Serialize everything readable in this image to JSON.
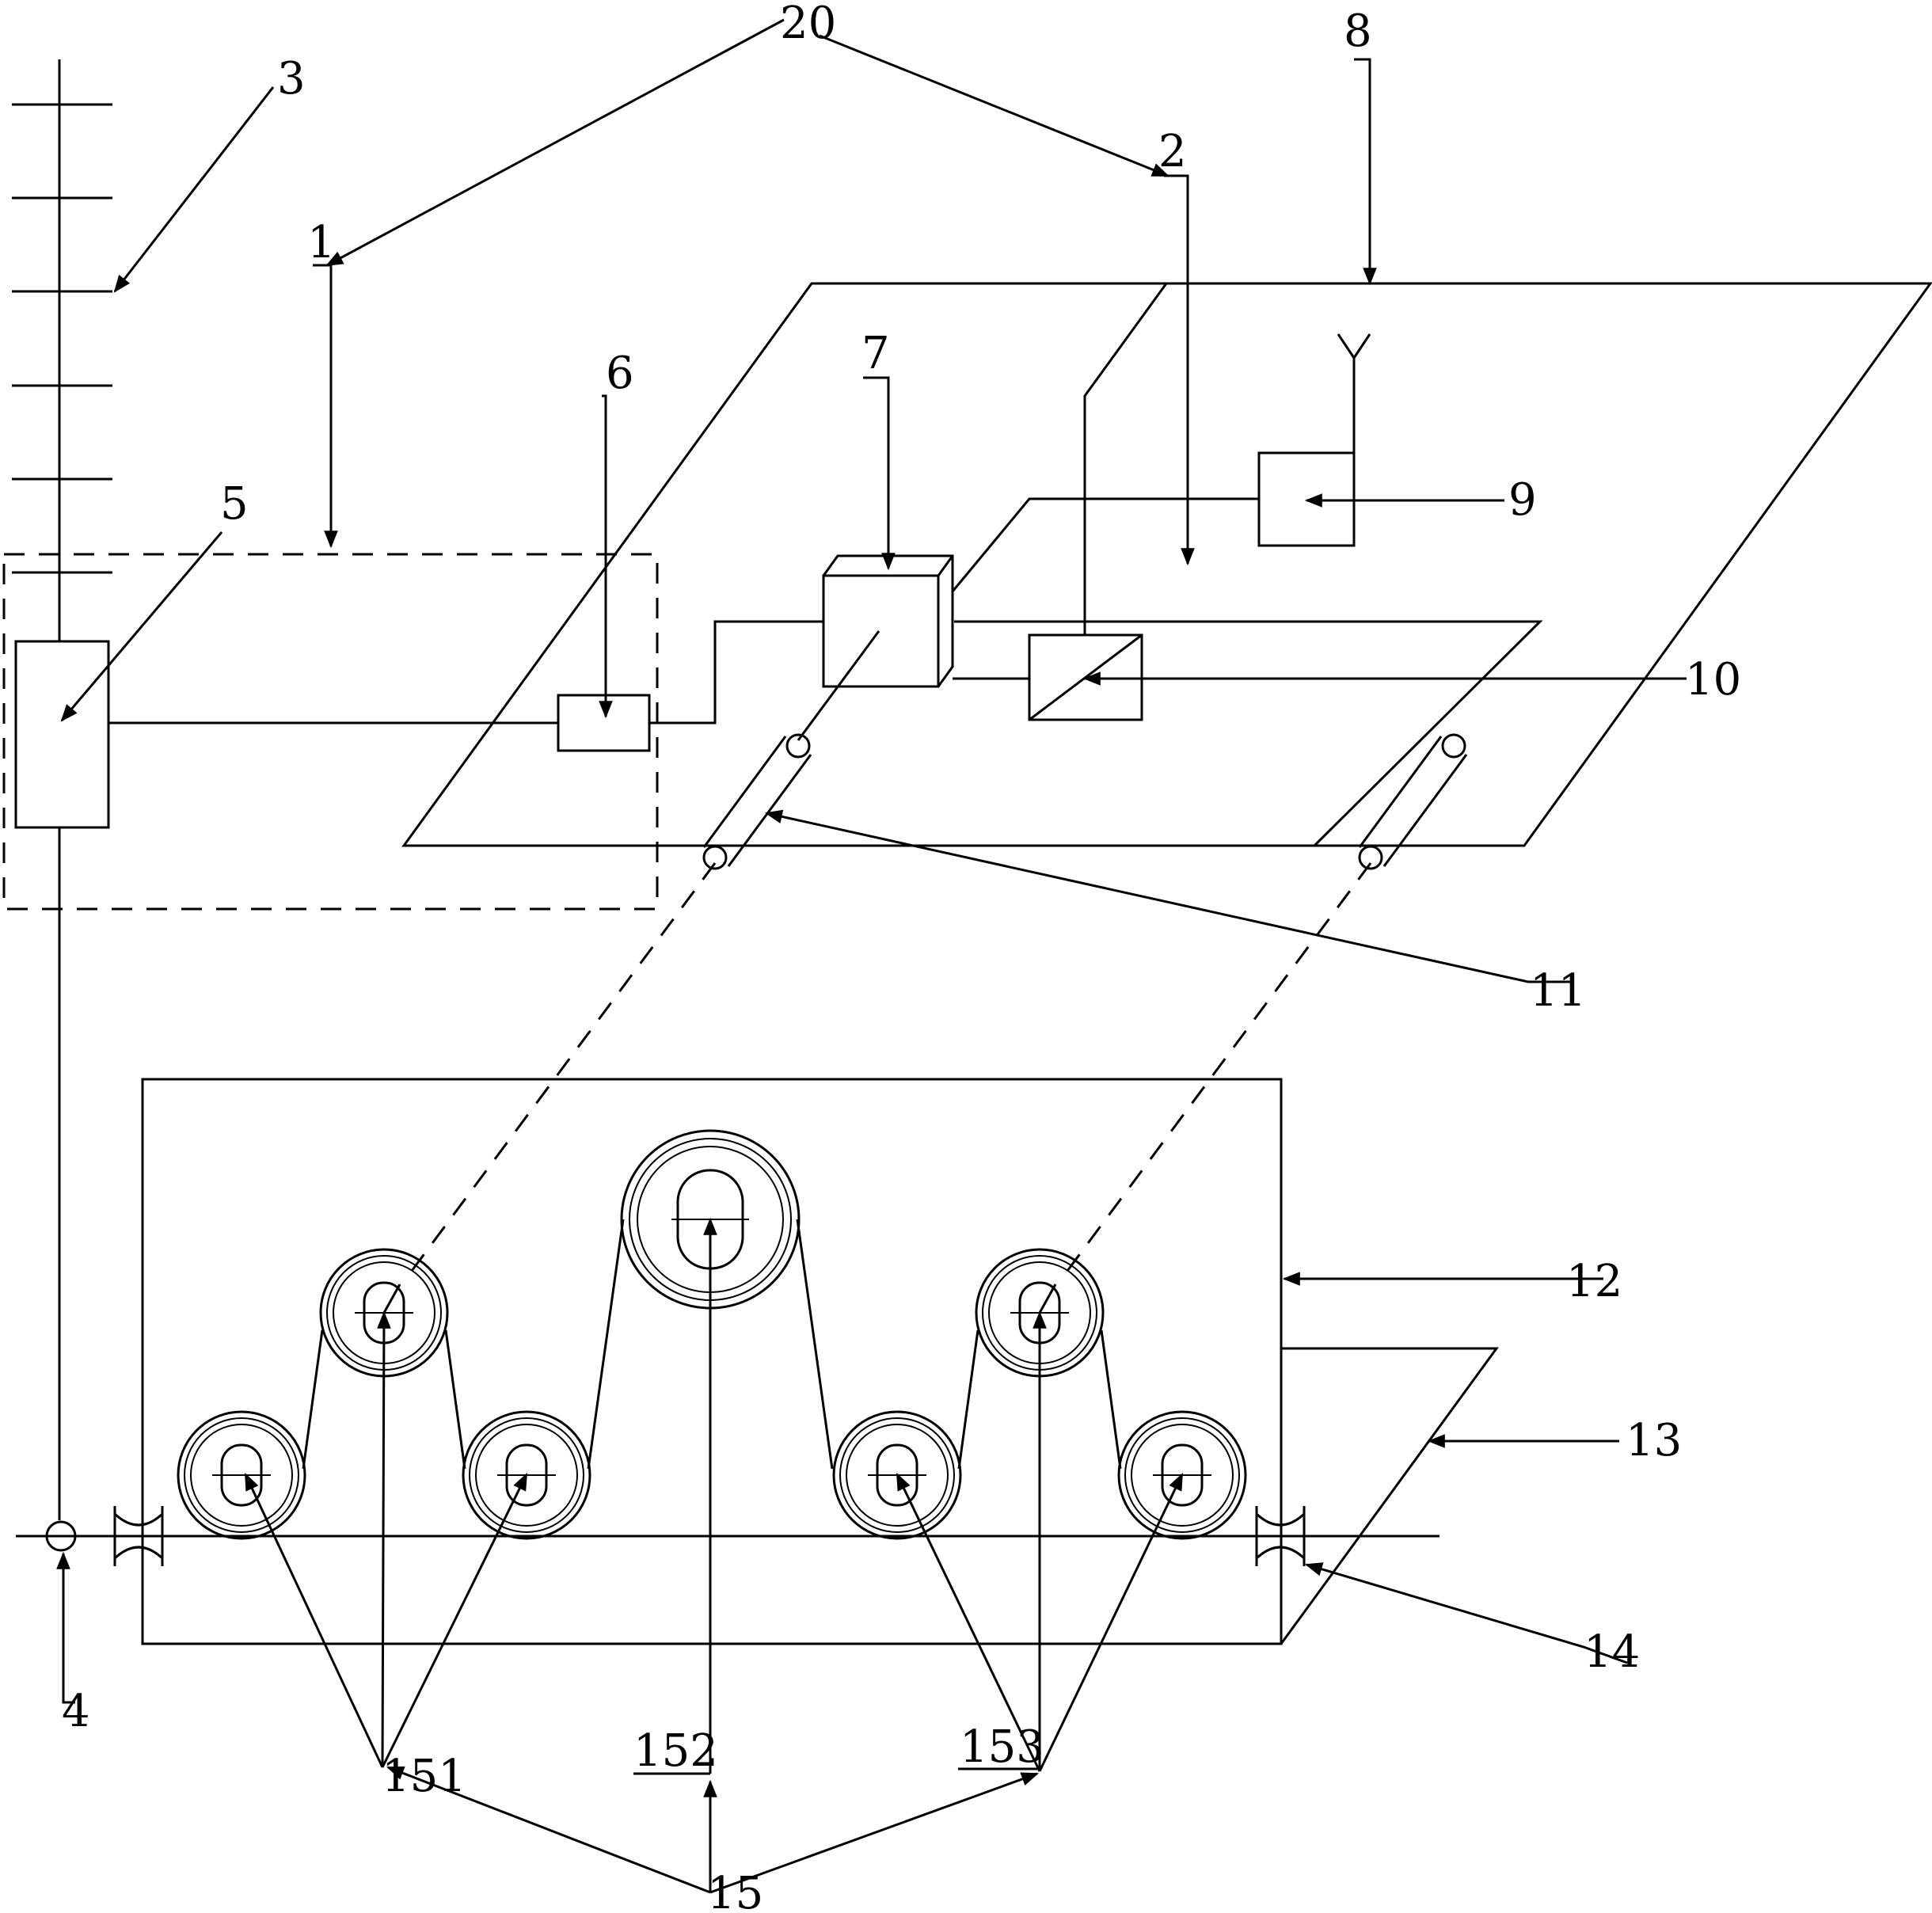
{
  "labels": {
    "l20": "20",
    "l8": "8",
    "l3": "3",
    "l2": "2",
    "l1": "1",
    "l6": "6",
    "l7": "7",
    "l9": "9",
    "l5": "5",
    "l10": "10",
    "l11": "11",
    "l12": "12",
    "l13": "13",
    "l14": "14",
    "l4": "4",
    "l151": "151",
    "l152": "152",
    "l153": "153",
    "l15": "15"
  },
  "colors": {
    "line": "#000000",
    "background": "#ffffff"
  }
}
